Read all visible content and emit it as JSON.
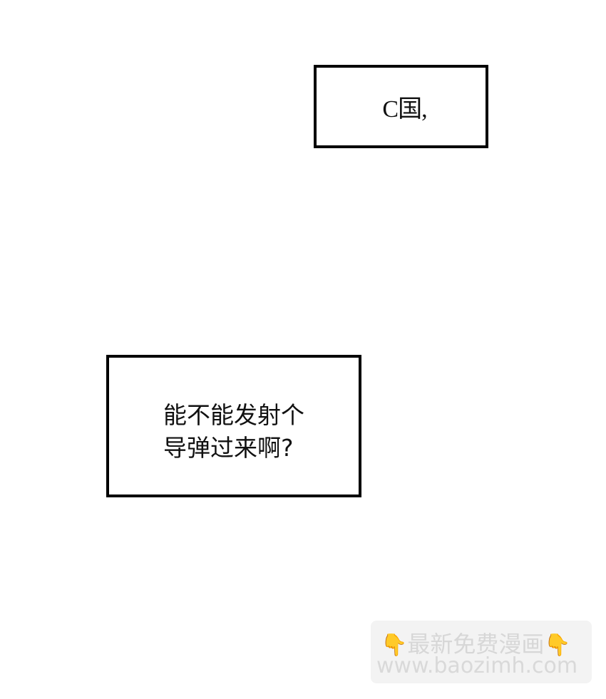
{
  "panels": [
    {
      "text": "C国,"
    },
    {
      "lines": [
        "能不能发射个",
        "导弹过来啊?"
      ]
    }
  ],
  "watermark": {
    "left_icon": "👇",
    "title": "最新免费漫画",
    "right_icon": "👇",
    "url": "www.baozimh.com"
  }
}
